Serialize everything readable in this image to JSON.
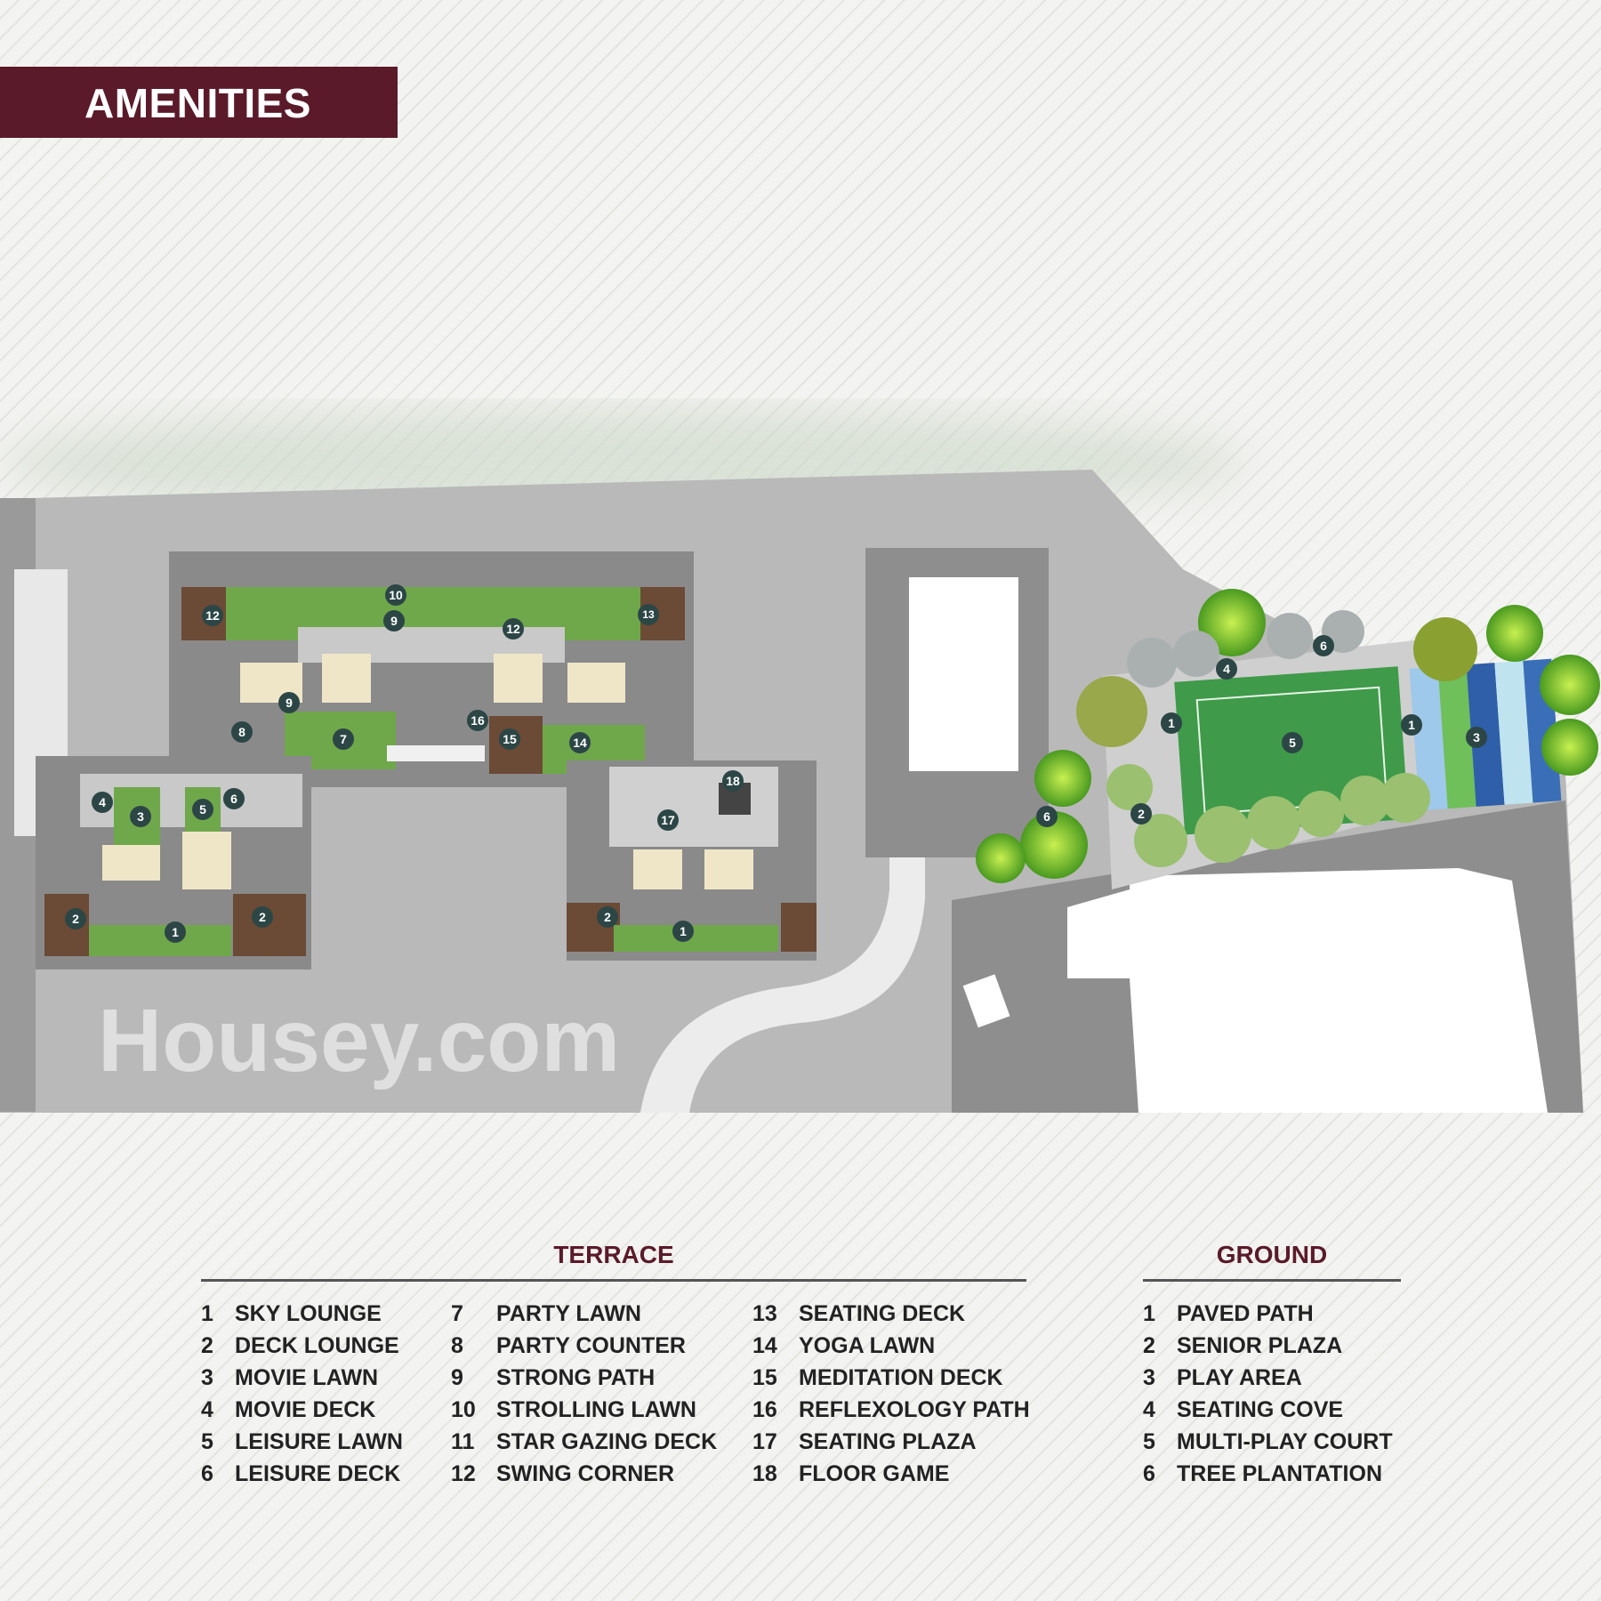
{
  "header": {
    "title": "AMENITIES"
  },
  "watermark": "Housey.com",
  "colors": {
    "brand": "#5a1a2a",
    "marker": "#2c4646",
    "lawn": "#6fa84a",
    "court": "#3f9a4a"
  },
  "terrace": {
    "title": "TERRACE",
    "items": [
      {
        "n": "1",
        "label": "SKY LOUNGE"
      },
      {
        "n": "2",
        "label": "DECK LOUNGE"
      },
      {
        "n": "3",
        "label": "MOVIE LAWN"
      },
      {
        "n": "4",
        "label": "MOVIE DECK"
      },
      {
        "n": "5",
        "label": "LEISURE LAWN"
      },
      {
        "n": "6",
        "label": "LEISURE DECK"
      },
      {
        "n": "7",
        "label": "PARTY LAWN"
      },
      {
        "n": "8",
        "label": "PARTY COUNTER"
      },
      {
        "n": "9",
        "label": "STRONG PATH"
      },
      {
        "n": "10",
        "label": "STROLLING LAWN"
      },
      {
        "n": "11",
        "label": "STAR GAZING DECK"
      },
      {
        "n": "12",
        "label": "SWING CORNER"
      },
      {
        "n": "13",
        "label": "SEATING DECK"
      },
      {
        "n": "14",
        "label": "YOGA LAWN"
      },
      {
        "n": "15",
        "label": "MEDITATION DECK"
      },
      {
        "n": "16",
        "label": "REFLEXOLOGY PATH"
      },
      {
        "n": "17",
        "label": "SEATING PLAZA"
      },
      {
        "n": "18",
        "label": "FLOOR GAME"
      }
    ]
  },
  "ground": {
    "title": "GROUND",
    "items": [
      {
        "n": "1",
        "label": "PAVED PATH"
      },
      {
        "n": "2",
        "label": "SENIOR PLAZA"
      },
      {
        "n": "3",
        "label": "PLAY AREA"
      },
      {
        "n": "4",
        "label": "SEATING COVE"
      },
      {
        "n": "5",
        "label": "MULTI-PLAY COURT"
      },
      {
        "n": "6",
        "label": "TREE PLANTATION"
      }
    ]
  },
  "plan_markers": [
    "10",
    "9",
    "12",
    "12",
    "13",
    "9",
    "8",
    "7",
    "16",
    "15",
    "14",
    "4",
    "3",
    "5",
    "6",
    "2",
    "2",
    "1",
    "18",
    "17",
    "2",
    "1",
    "4",
    "6",
    "1",
    "5",
    "1",
    "3",
    "2",
    "6"
  ]
}
